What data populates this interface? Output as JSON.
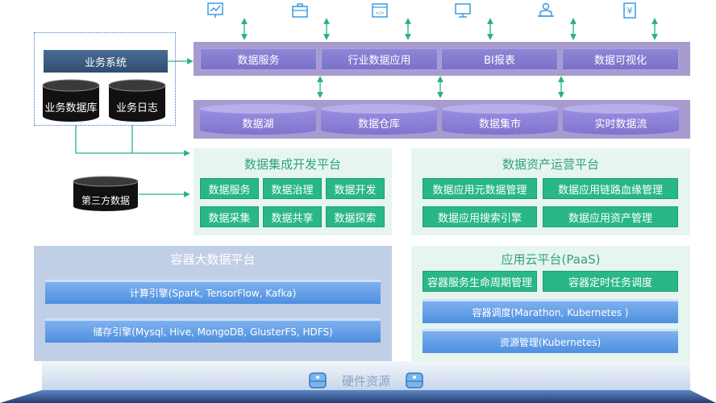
{
  "top_icons": [
    "chart-icon",
    "briefcase-icon",
    "code-window-icon",
    "monitor-icon",
    "user-desk-icon",
    "finance-doc-icon"
  ],
  "app_layer": [
    "数据服务",
    "行业数据应用",
    "BI报表",
    "数据可视化"
  ],
  "data_layer": [
    "数据湖",
    "数据仓库",
    "数据集市",
    "实时数据流"
  ],
  "business": {
    "system": "业务系统",
    "database": "业务数据库",
    "log": "业务日志"
  },
  "third_party": "第三方数据",
  "integration_platform": {
    "title": "数据集成开发平台",
    "items": [
      "数据服务",
      "数据治理",
      "数据开发",
      "数据采集",
      "数据共享",
      "数据探索"
    ]
  },
  "asset_platform": {
    "title": "数据资产运营平台",
    "items": [
      "数据应用元数据管理",
      "数据应用链路血缘管理",
      "数据应用搜索引擎",
      "数据应用资产管理"
    ]
  },
  "container_platform": {
    "title": "容器大数据平台",
    "compute": "计算引擎(Spark, TensorFlow, Kafka)",
    "storage": "储存引擎(Mysql, Hive, MongoDB, GlusterFS, HDFS)"
  },
  "paas": {
    "title": "应用云平台(PaaS)",
    "items": [
      "容器服务生命周期管理",
      "容器定时任务调度"
    ],
    "scheduling": "容器调度(Marathon, Kubernetes )",
    "resources": "资源管理(Kubernetes)"
  },
  "hardware": "硬件资源",
  "colors": {
    "band": "#a89bcf",
    "green": "#29b787",
    "blue": "#4d8fe0",
    "arrow_green": "#27b37a",
    "navy": "#2f4d70"
  }
}
